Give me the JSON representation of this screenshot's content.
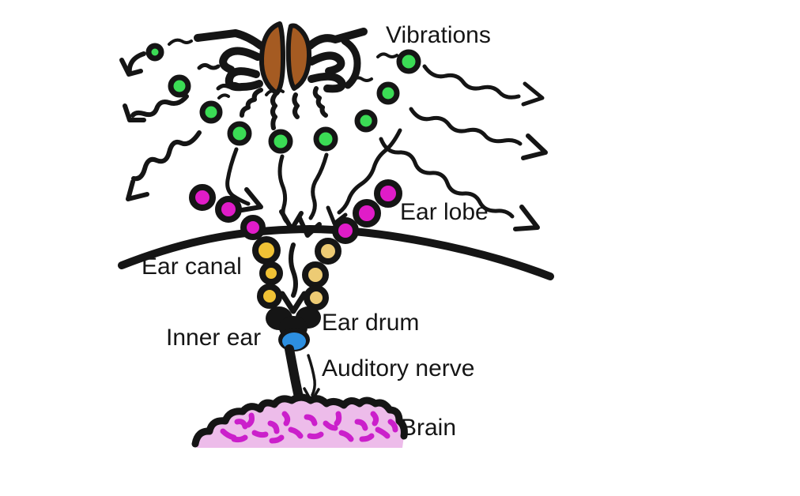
{
  "labels": {
    "vibrations": "Vibrations",
    "ear_lobe": "Ear lobe",
    "ear_canal": "Ear canal",
    "ear_drum": "Ear drum",
    "inner_ear": "Inner ear",
    "auditory_nerve": "Auditory nerve",
    "brain": "Brain"
  },
  "colors": {
    "background_white": "#ffffff",
    "ink_black": "#151515",
    "sound_source_brown": "#a55b22",
    "vibration_green": "#3bdc55",
    "ear_lobe_magenta": "#e01cc8",
    "ear_canal_yellow": "#f0c235",
    "ear_canal_yellow_light": "#edcb74",
    "inner_ear_blue": "#2d8fe0",
    "brain_pink": "#edbcea",
    "brain_marks_magenta": "#cb1fcb"
  }
}
